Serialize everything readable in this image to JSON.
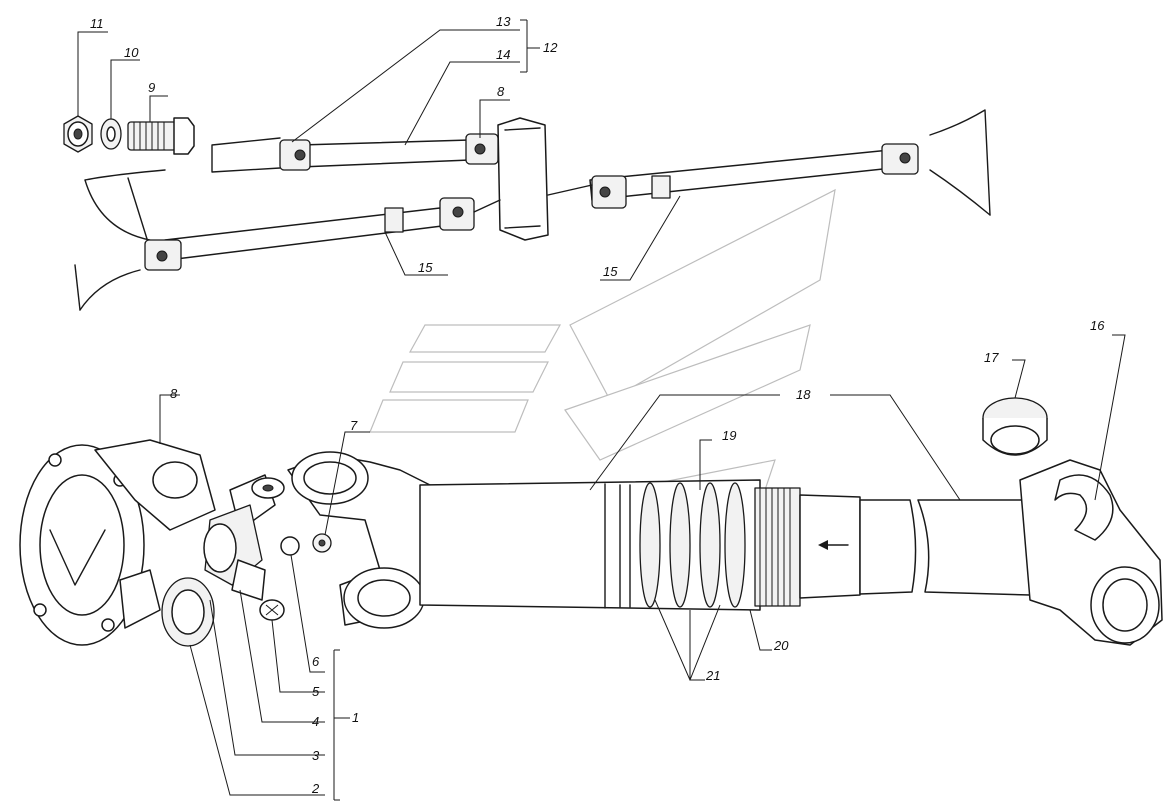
{
  "callouts": [
    {
      "id": "c1",
      "label": "1"
    },
    {
      "id": "c2",
      "label": "2"
    },
    {
      "id": "c3",
      "label": "3"
    },
    {
      "id": "c4",
      "label": "4"
    },
    {
      "id": "c5",
      "label": "5"
    },
    {
      "id": "c6",
      "label": "6"
    },
    {
      "id": "c7",
      "label": "7"
    },
    {
      "id": "c8a",
      "label": "8"
    },
    {
      "id": "c8b",
      "label": "8"
    },
    {
      "id": "c9",
      "label": "9"
    },
    {
      "id": "c10",
      "label": "10"
    },
    {
      "id": "c11",
      "label": "11"
    },
    {
      "id": "c12",
      "label": "12"
    },
    {
      "id": "c13",
      "label": "13"
    },
    {
      "id": "c14",
      "label": "14"
    },
    {
      "id": "c15a",
      "label": "15"
    },
    {
      "id": "c15b",
      "label": "15"
    },
    {
      "id": "c16",
      "label": "16"
    },
    {
      "id": "c17",
      "label": "17"
    },
    {
      "id": "c18",
      "label": "18"
    },
    {
      "id": "c19",
      "label": "19"
    },
    {
      "id": "c20",
      "label": "20"
    },
    {
      "id": "c21",
      "label": "21"
    }
  ]
}
